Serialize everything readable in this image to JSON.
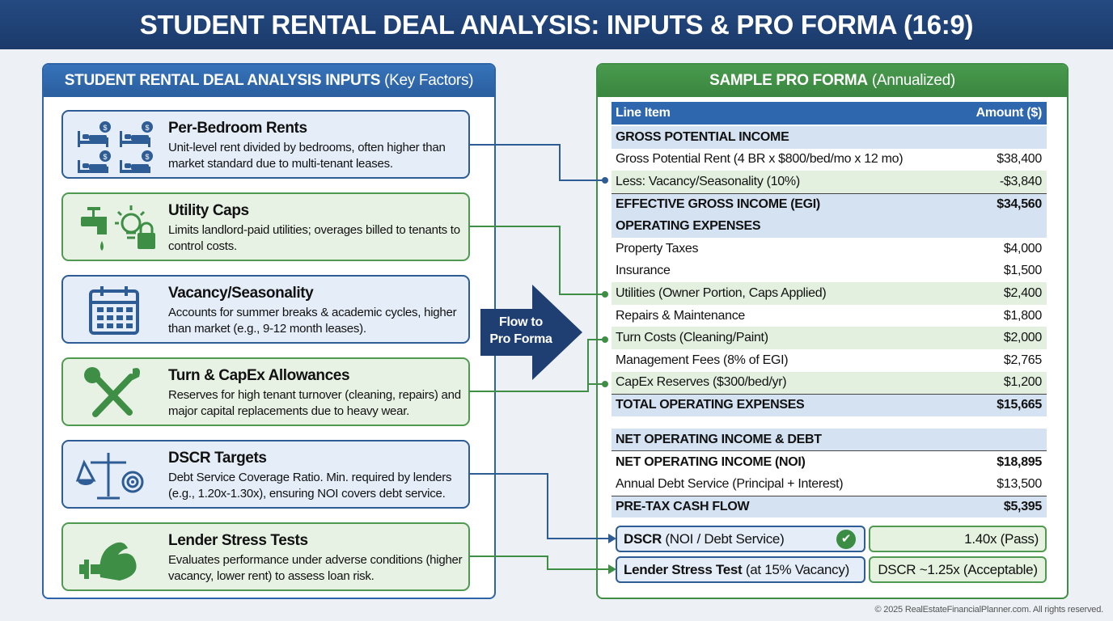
{
  "title": "STUDENT RENTAL DEAL ANALYSIS: INPUTS & PRO FORMA (16:9)",
  "left_panel": {
    "title_bold": "STUDENT RENTAL DEAL ANALYSIS INPUTS",
    "title_rest": " (Key Factors)",
    "cards": [
      {
        "title": "Per-Bedroom Rents",
        "desc": "Unit-level rent divided by bedrooms, often higher than market standard due to multi-tenant leases.",
        "icon": "beds-with-dollar-icon"
      },
      {
        "title": "Utility Caps",
        "desc": "Limits landlord-paid utilities; overages billed to tenants to control costs.",
        "icon": "faucet-bulb-lock-icon"
      },
      {
        "title": "Vacancy/Seasonality",
        "desc": "Accounts for summer breaks & academic cycles, higher than market (e.g., 9-12 month leases).",
        "icon": "calendar-icon"
      },
      {
        "title": "Turn & CapEx Allowances",
        "desc": "Reserves for high tenant turnover (cleaning, repairs) and major capital replacements due to heavy wear.",
        "icon": "wrench-brush-icon"
      },
      {
        "title": "DSCR Targets",
        "desc": "Debt Service Coverage Ratio. Min. required by lenders (e.g., 1.20x-1.30x), ensuring NOI covers debt service.",
        "icon": "scale-target-icon"
      },
      {
        "title": "Lender Stress Tests",
        "desc": "Evaluates performance under adverse conditions (higher vacancy, lower rent) to assess loan risk.",
        "icon": "flexed-arm-dumbbell-icon"
      }
    ]
  },
  "flow_arrow": {
    "line1": "Flow to",
    "line2": "Pro Forma"
  },
  "right_panel": {
    "title_bold": "SAMPLE PRO FORMA",
    "title_rest": " (Annualized)",
    "table_header": {
      "label": "Line Item",
      "amount": "Amount ($)"
    },
    "rows": [
      {
        "label": "GROSS POTENTIAL INCOME",
        "amount": "",
        "type": "section"
      },
      {
        "label": "Gross Potential Rent (4 BR x $800/bed/mo x 12 mo)",
        "amount": "$38,400",
        "type": "normal"
      },
      {
        "label": "Less: Vacancy/Seasonality (10%)",
        "amount": "-$3,840",
        "type": "green"
      },
      {
        "label": "EFFECTIVE GROSS INCOME (EGI)",
        "amount": "$34,560",
        "type": "total"
      },
      {
        "label": "OPERATING EXPENSES",
        "amount": "",
        "type": "section"
      },
      {
        "label": "Property Taxes",
        "amount": "$4,000",
        "type": "normal"
      },
      {
        "label": "Insurance",
        "amount": "$1,500",
        "type": "normal"
      },
      {
        "label": "Utilities (Owner Portion, Caps Applied)",
        "amount": "$2,400",
        "type": "green"
      },
      {
        "label": "Repairs & Maintenance",
        "amount": "$1,800",
        "type": "normal"
      },
      {
        "label": "Turn Costs (Cleaning/Paint)",
        "amount": "$2,000",
        "type": "green"
      },
      {
        "label": "Management Fees (8% of EGI)",
        "amount": "$2,765",
        "type": "normal"
      },
      {
        "label": "CapEx Reserves ($300/bed/yr)",
        "amount": "$1,200",
        "type": "green"
      },
      {
        "label": "TOTAL OPERATING EXPENSES",
        "amount": "$15,665",
        "type": "total"
      },
      {
        "label": "NET OPERATING INCOME & DEBT",
        "amount": "",
        "type": "section gap"
      },
      {
        "label": "NET OPERATING INCOME (NOI)",
        "amount": "$18,895",
        "type": "normal nb"
      },
      {
        "label": "Annual Debt Service (Principal + Interest)",
        "amount": "$13,500",
        "type": "normal"
      },
      {
        "label": "PRE-TAX CASH FLOW",
        "amount": "$5,395",
        "type": "total"
      }
    ],
    "dscr": {
      "label_bold": "DSCR",
      "label_rest": " (NOI / Debt Service)",
      "value": "1.40x (Pass)",
      "status_icon": "check-circle-icon"
    },
    "stress": {
      "label_bold": "Lender Stress Test",
      "label_rest": " (at 15% Vacancy)",
      "value": "DSCR ~1.25x (Acceptable)"
    }
  },
  "colors": {
    "navy": "#1f3f73",
    "blue": "#2e64a8",
    "green": "#3e8f45"
  },
  "footer": "© 2025 RealEstateFinancialPlanner.com. All rights reserved."
}
